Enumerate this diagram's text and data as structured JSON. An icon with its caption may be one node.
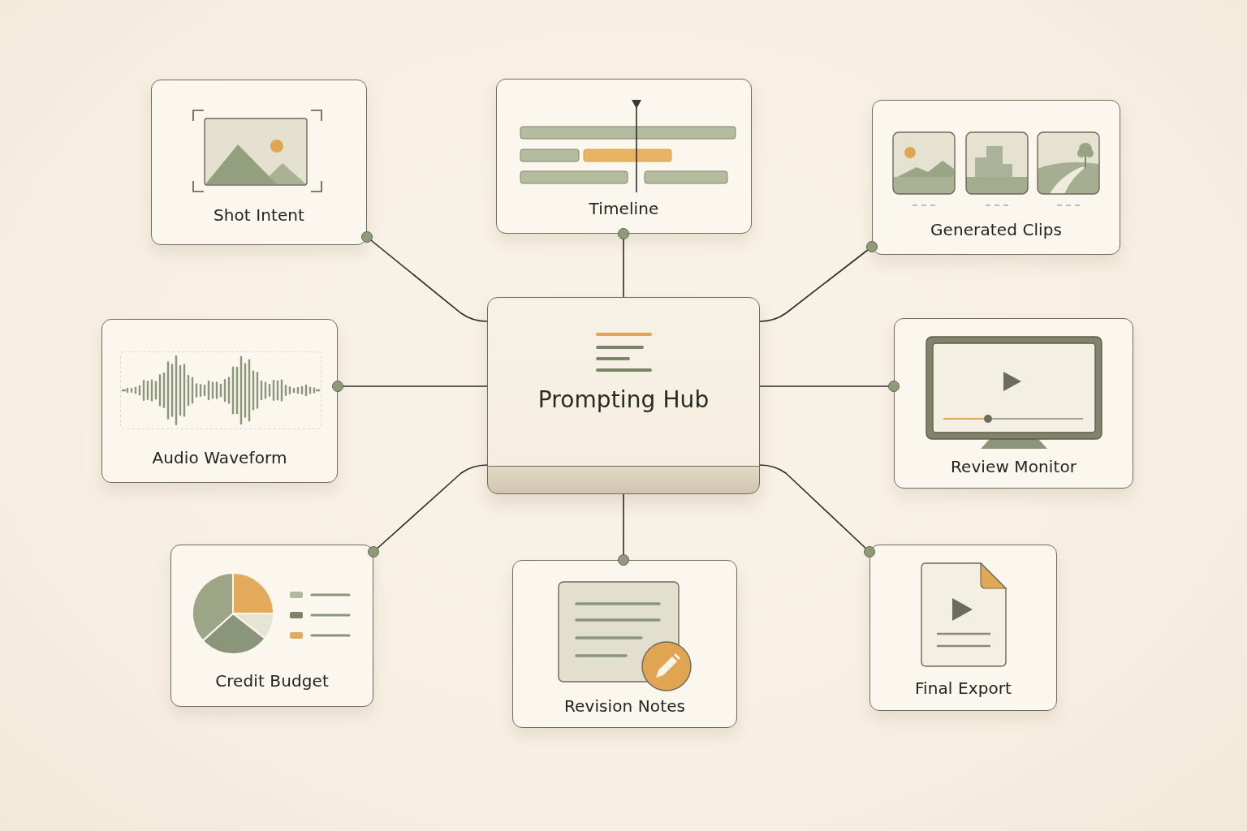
{
  "diagram": {
    "nodes": [
      {
        "text": [
          "Shot Intent"
        ]
      },
      {
        "text": [
          "Timeline"
        ]
      },
      {
        "text": [
          "Generated Clips"
        ]
      },
      {
        "text": [
          "Audio Waveform"
        ]
      },
      {
        "text": [
          "Prompting Hub"
        ]
      },
      {
        "text": [
          "Review Monitor"
        ]
      },
      {
        "text": [
          "Credit Budget"
        ]
      },
      {
        "text": [
          "Revision Notes"
        ]
      },
      {
        "text": [
          "Final Export"
        ]
      }
    ],
    "edges": [
      {
        "from": 4,
        "to": 0,
        "arrow": "other"
      },
      {
        "from": 4,
        "to": 1,
        "arrow": "other"
      },
      {
        "from": 4,
        "to": 2,
        "arrow": "other"
      },
      {
        "from": 4,
        "to": 3,
        "arrow": "other"
      },
      {
        "from": 4,
        "to": 5,
        "arrow": "other"
      },
      {
        "from": 4,
        "to": 6,
        "arrow": "other"
      },
      {
        "from": 4,
        "to": 7,
        "arrow": "other"
      },
      {
        "from": 4,
        "to": 8,
        "arrow": "other"
      }
    ]
  }
}
